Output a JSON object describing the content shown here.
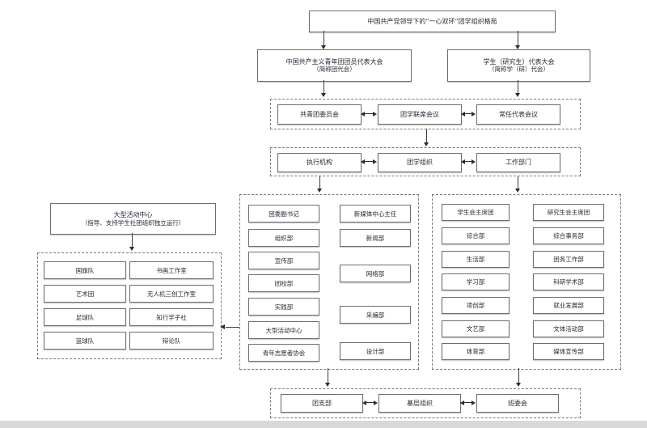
{
  "top": {
    "title": "中国共产党领导下的“一心双环”团学组织格局"
  },
  "congress": {
    "league": {
      "line1": "中国共产主义青年团团员代表大会",
      "line2": "（简称团代会）"
    },
    "student": {
      "line1": "学生（研究生）代表大会",
      "line2": "（简称学（研）代会）"
    }
  },
  "council_row": [
    "共青团委员会",
    "团学联席会议",
    "常任代表会议"
  ],
  "exec_row": [
    "执行机构",
    "团学组织",
    "工作部门"
  ],
  "activity_center": {
    "line1": "大型活动中心",
    "line2": "（指导、支持学生社团组织独立运行）"
  },
  "clubs": {
    "left": [
      "国旗队",
      "艺术团",
      "足球队",
      "篮球队"
    ],
    "right": [
      "书画工作室",
      "无人机三创工作室",
      "知行学子社",
      "辩论队"
    ]
  },
  "committee": {
    "left": [
      "团委副书记",
      "组织部",
      "宣传部",
      "团校部",
      "实践部",
      "大型活动中心",
      "青年志愿者协会"
    ],
    "right": [
      "新媒体中心主任",
      "新闻部",
      "网络部",
      "采编部",
      "设计部"
    ]
  },
  "unions": {
    "left": [
      "学生会主席团",
      "综合部",
      "生活部",
      "学习部",
      "项创部",
      "文艺部",
      "体育部"
    ],
    "right": [
      "研究生会主席团",
      "综合事务部",
      "团务工作部",
      "科研学术部",
      "就业发展部",
      "文体活动部",
      "媒体宣传部"
    ]
  },
  "grassroots_row": [
    "团支部",
    "基层组织",
    "班委会"
  ],
  "colors": {
    "line": "#3c3c3c",
    "border": "#6e6e6e",
    "text": "#1f2430"
  }
}
